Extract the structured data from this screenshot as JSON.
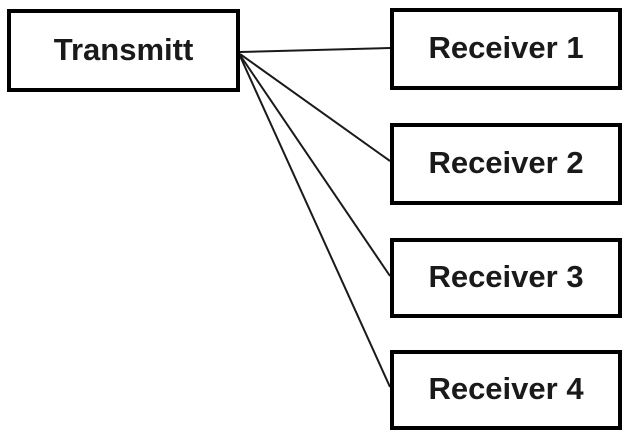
{
  "diagram": {
    "colors": {
      "background": "#ffffff",
      "box_border": "#000000",
      "line": "#1a1a1a",
      "text": "#1a1a1a"
    },
    "transmitter": {
      "label": "Transmitt"
    },
    "receivers": [
      {
        "label": "Receiver 1"
      },
      {
        "label": "Receiver 2"
      },
      {
        "label": "Receiver 3"
      },
      {
        "label": "Receiver 4"
      }
    ],
    "connections": [
      {
        "from": "Transmitt",
        "to": "Receiver 1"
      },
      {
        "from": "Transmitt",
        "to": "Receiver 2"
      },
      {
        "from": "Transmitt",
        "to": "Receiver 3"
      },
      {
        "from": "Transmitt",
        "to": "Receiver 4"
      }
    ]
  }
}
